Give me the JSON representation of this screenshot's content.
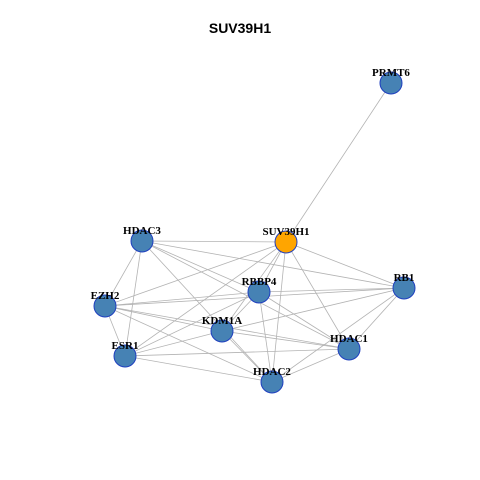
{
  "title": "SUV39H1",
  "colors": {
    "node_default": "#4682B4",
    "node_highlight": "#FFA500",
    "node_border": "#1F3FBF",
    "edge": "#B3B3B3",
    "label": "#000000"
  },
  "graph": {
    "nodes": [
      {
        "id": "PRMT6",
        "label": "PRMT6",
        "highlight": false
      },
      {
        "id": "HDAC3",
        "label": "HDAC3",
        "highlight": false
      },
      {
        "id": "SUV39H1",
        "label": "SUV39H1",
        "highlight": true
      },
      {
        "id": "RB1",
        "label": "RB1",
        "highlight": false
      },
      {
        "id": "RBBP4",
        "label": "RBBP4",
        "highlight": false
      },
      {
        "id": "EZH2",
        "label": "EZH2",
        "highlight": false
      },
      {
        "id": "KDM1A",
        "label": "KDM1A",
        "highlight": false
      },
      {
        "id": "HDAC1",
        "label": "HDAC1",
        "highlight": false
      },
      {
        "id": "ESR1",
        "label": "ESR1",
        "highlight": false
      },
      {
        "id": "HDAC2",
        "label": "HDAC2",
        "highlight": false
      }
    ],
    "edges": [
      [
        "PRMT6",
        "SUV39H1"
      ],
      [
        "HDAC3",
        "SUV39H1"
      ],
      [
        "HDAC3",
        "RB1"
      ],
      [
        "HDAC3",
        "HDAC1"
      ],
      [
        "HDAC3",
        "HDAC2"
      ],
      [
        "HDAC3",
        "EZH2"
      ],
      [
        "HDAC3",
        "ESR1"
      ],
      [
        "HDAC3",
        "RBBP4"
      ],
      [
        "SUV39H1",
        "RB1"
      ],
      [
        "SUV39H1",
        "RBBP4"
      ],
      [
        "SUV39H1",
        "EZH2"
      ],
      [
        "SUV39H1",
        "KDM1A"
      ],
      [
        "SUV39H1",
        "HDAC1"
      ],
      [
        "SUV39H1",
        "HDAC2"
      ],
      [
        "SUV39H1",
        "ESR1"
      ],
      [
        "RB1",
        "RBBP4"
      ],
      [
        "RB1",
        "EZH2"
      ],
      [
        "RB1",
        "KDM1A"
      ],
      [
        "RB1",
        "HDAC1"
      ],
      [
        "RB1",
        "HDAC2"
      ],
      [
        "RBBP4",
        "EZH2"
      ],
      [
        "RBBP4",
        "KDM1A"
      ],
      [
        "RBBP4",
        "HDAC1"
      ],
      [
        "RBBP4",
        "HDAC2"
      ],
      [
        "RBBP4",
        "ESR1"
      ],
      [
        "EZH2",
        "KDM1A"
      ],
      [
        "EZH2",
        "ESR1"
      ],
      [
        "EZH2",
        "HDAC1"
      ],
      [
        "EZH2",
        "HDAC2"
      ],
      [
        "KDM1A",
        "HDAC1"
      ],
      [
        "KDM1A",
        "HDAC2"
      ],
      [
        "KDM1A",
        "ESR1"
      ],
      [
        "HDAC1",
        "HDAC2"
      ],
      [
        "HDAC1",
        "ESR1"
      ],
      [
        "ESR1",
        "HDAC2"
      ]
    ]
  }
}
